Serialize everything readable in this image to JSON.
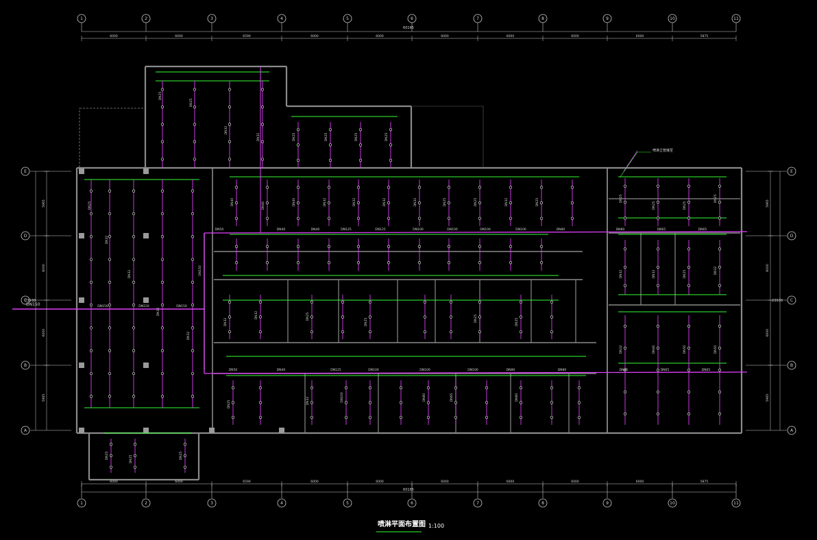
{
  "drawing": {
    "title": "喷淋平面布置图",
    "scale": "1:100",
    "pipe_color": "#e040fb",
    "branch_color": "#33ff33",
    "wall_color": "#8a8a8a",
    "axis_color": "#cfcfcf"
  },
  "axes": {
    "columns": [
      "1",
      "2",
      "3",
      "4",
      "5",
      "6",
      "7",
      "8",
      "9",
      "10",
      "11"
    ],
    "rows": [
      "E",
      "D",
      "C",
      "B",
      "A"
    ]
  },
  "dimensions": {
    "top_spans": [
      "6000",
      "6000",
      "6590",
      "6000",
      "6000",
      "6000",
      "6000",
      "6000",
      "6000",
      "5875"
    ],
    "top_total": "60165",
    "bottom_spans": [
      "6000",
      "6000",
      "6590",
      "6000",
      "6000",
      "6000",
      "6000",
      "6000",
      "6000",
      "5875"
    ],
    "bottom_total": "60165",
    "left_spans": [
      "5965",
      "6000",
      "6000",
      "5965"
    ],
    "left_total": "23930",
    "right_spans": [
      "5965",
      "6000",
      "6000",
      "5965"
    ],
    "right_total": "23930"
  },
  "pipe_labels": {
    "main_inlet": "DN150",
    "riser": "DN150",
    "branches": [
      "DN25",
      "DN32",
      "DN40",
      "DN50",
      "DN65",
      "DN80",
      "DN100",
      "DN125"
    ]
  },
  "annotation": {
    "riser_note": "喷淋立管接至"
  }
}
